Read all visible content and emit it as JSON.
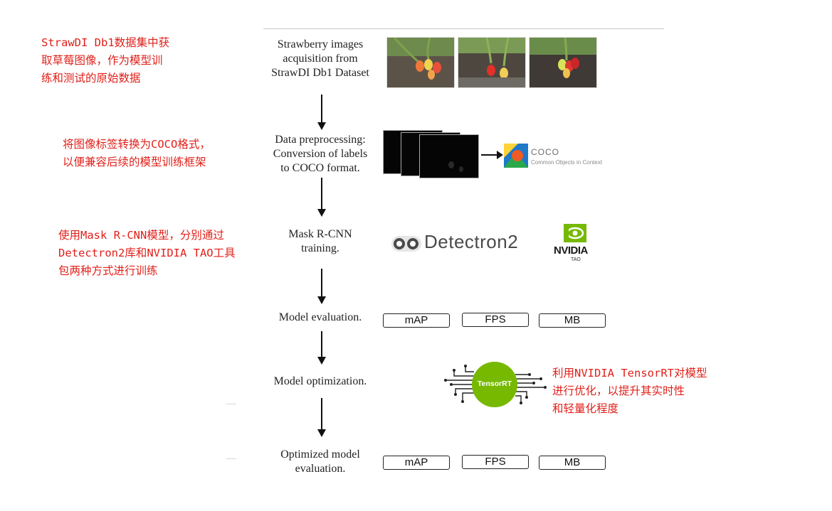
{
  "notes": {
    "acquisition": "StrawDI Db1数据集中获\n取草莓图像，作为模型训\n练和测试的原始数据",
    "preprocessing": "将图像标签转换为COCO格式，\n以便兼容后续的模型训练框架",
    "training": "使用Mask R-CNN模型，分别通过\nDetectron2库和NVIDIA TAO工具\n包两种方式进行训练",
    "optimization": "利用NVIDIA TensorRT对模型\n进行优化，以提升其实时性\n和轻量化程度"
  },
  "steps": {
    "acquisition": "Strawberry images\nacquisition from\nStrawDI Db1 Dataset",
    "preprocessing": "Data preprocessing:\nConversion of labels\nto COCO format.",
    "training": "Mask R-CNN\ntraining.",
    "evaluation": "Model evaluation.",
    "optimization": "Model optimization.",
    "optimized_evaluation": "Optimized model\nevaluation."
  },
  "logos": {
    "coco_title": "COCO",
    "coco_subtitle": "Common Objects in Context",
    "detectron": "Detectron2",
    "nvidia": "NVIDIA",
    "nvidia_sub": "TAO",
    "tensorrt": "TensorRT"
  },
  "metrics_eval": [
    "mAP",
    "FPS",
    "MB"
  ],
  "metrics_opt": [
    "mAP",
    "FPS",
    "MB"
  ],
  "colors": {
    "note_red": "#e0201a",
    "nvidia_green": "#76b900",
    "detectron_blue": "#2f6bd6",
    "coco_orange": "#f05a24",
    "coco_green": "#2aa84a",
    "coco_blue": "#1f78c8"
  }
}
